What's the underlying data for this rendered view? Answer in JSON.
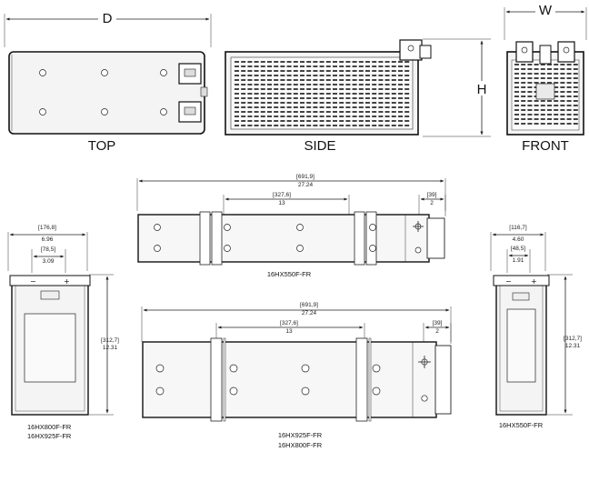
{
  "top_views": {
    "dim_d": "D",
    "dim_w": "W",
    "dim_h": "H",
    "top_label": "TOP",
    "side_label": "SIDE",
    "front_label": "FRONT"
  },
  "left_end_view": {
    "width_mm": "[176,8]",
    "width_in": "6.96",
    "term_mm": "[78,5]",
    "term_in": "3.09",
    "height_mm": "[312,7]",
    "height_in": "12.31",
    "models": [
      "16HX800F-FR",
      "16HX925F-FR"
    ]
  },
  "right_end_view": {
    "width_mm": "[116,7]",
    "width_in": "4.60",
    "term_mm": "[48,5]",
    "term_in": "1.91",
    "height_mm": "[312,7]",
    "height_in": "12.31",
    "model": "16HX550F-FR"
  },
  "upper_plan_view": {
    "length_mm": "[691,9]",
    "length_in": "27.24",
    "bolt_mm": "[327,6]",
    "bolt_in": "13",
    "term_mm": "[39]",
    "term_in": "2",
    "model": "16HX550F-FR"
  },
  "lower_plan_view": {
    "length_mm": "[691,9]",
    "length_in": "27.24",
    "bolt_mm": "[327,6]",
    "bolt_in": "13",
    "term_mm": "[39]",
    "term_in": "2",
    "models": [
      "16HX925F-FR",
      "16HX800F-FR"
    ]
  }
}
